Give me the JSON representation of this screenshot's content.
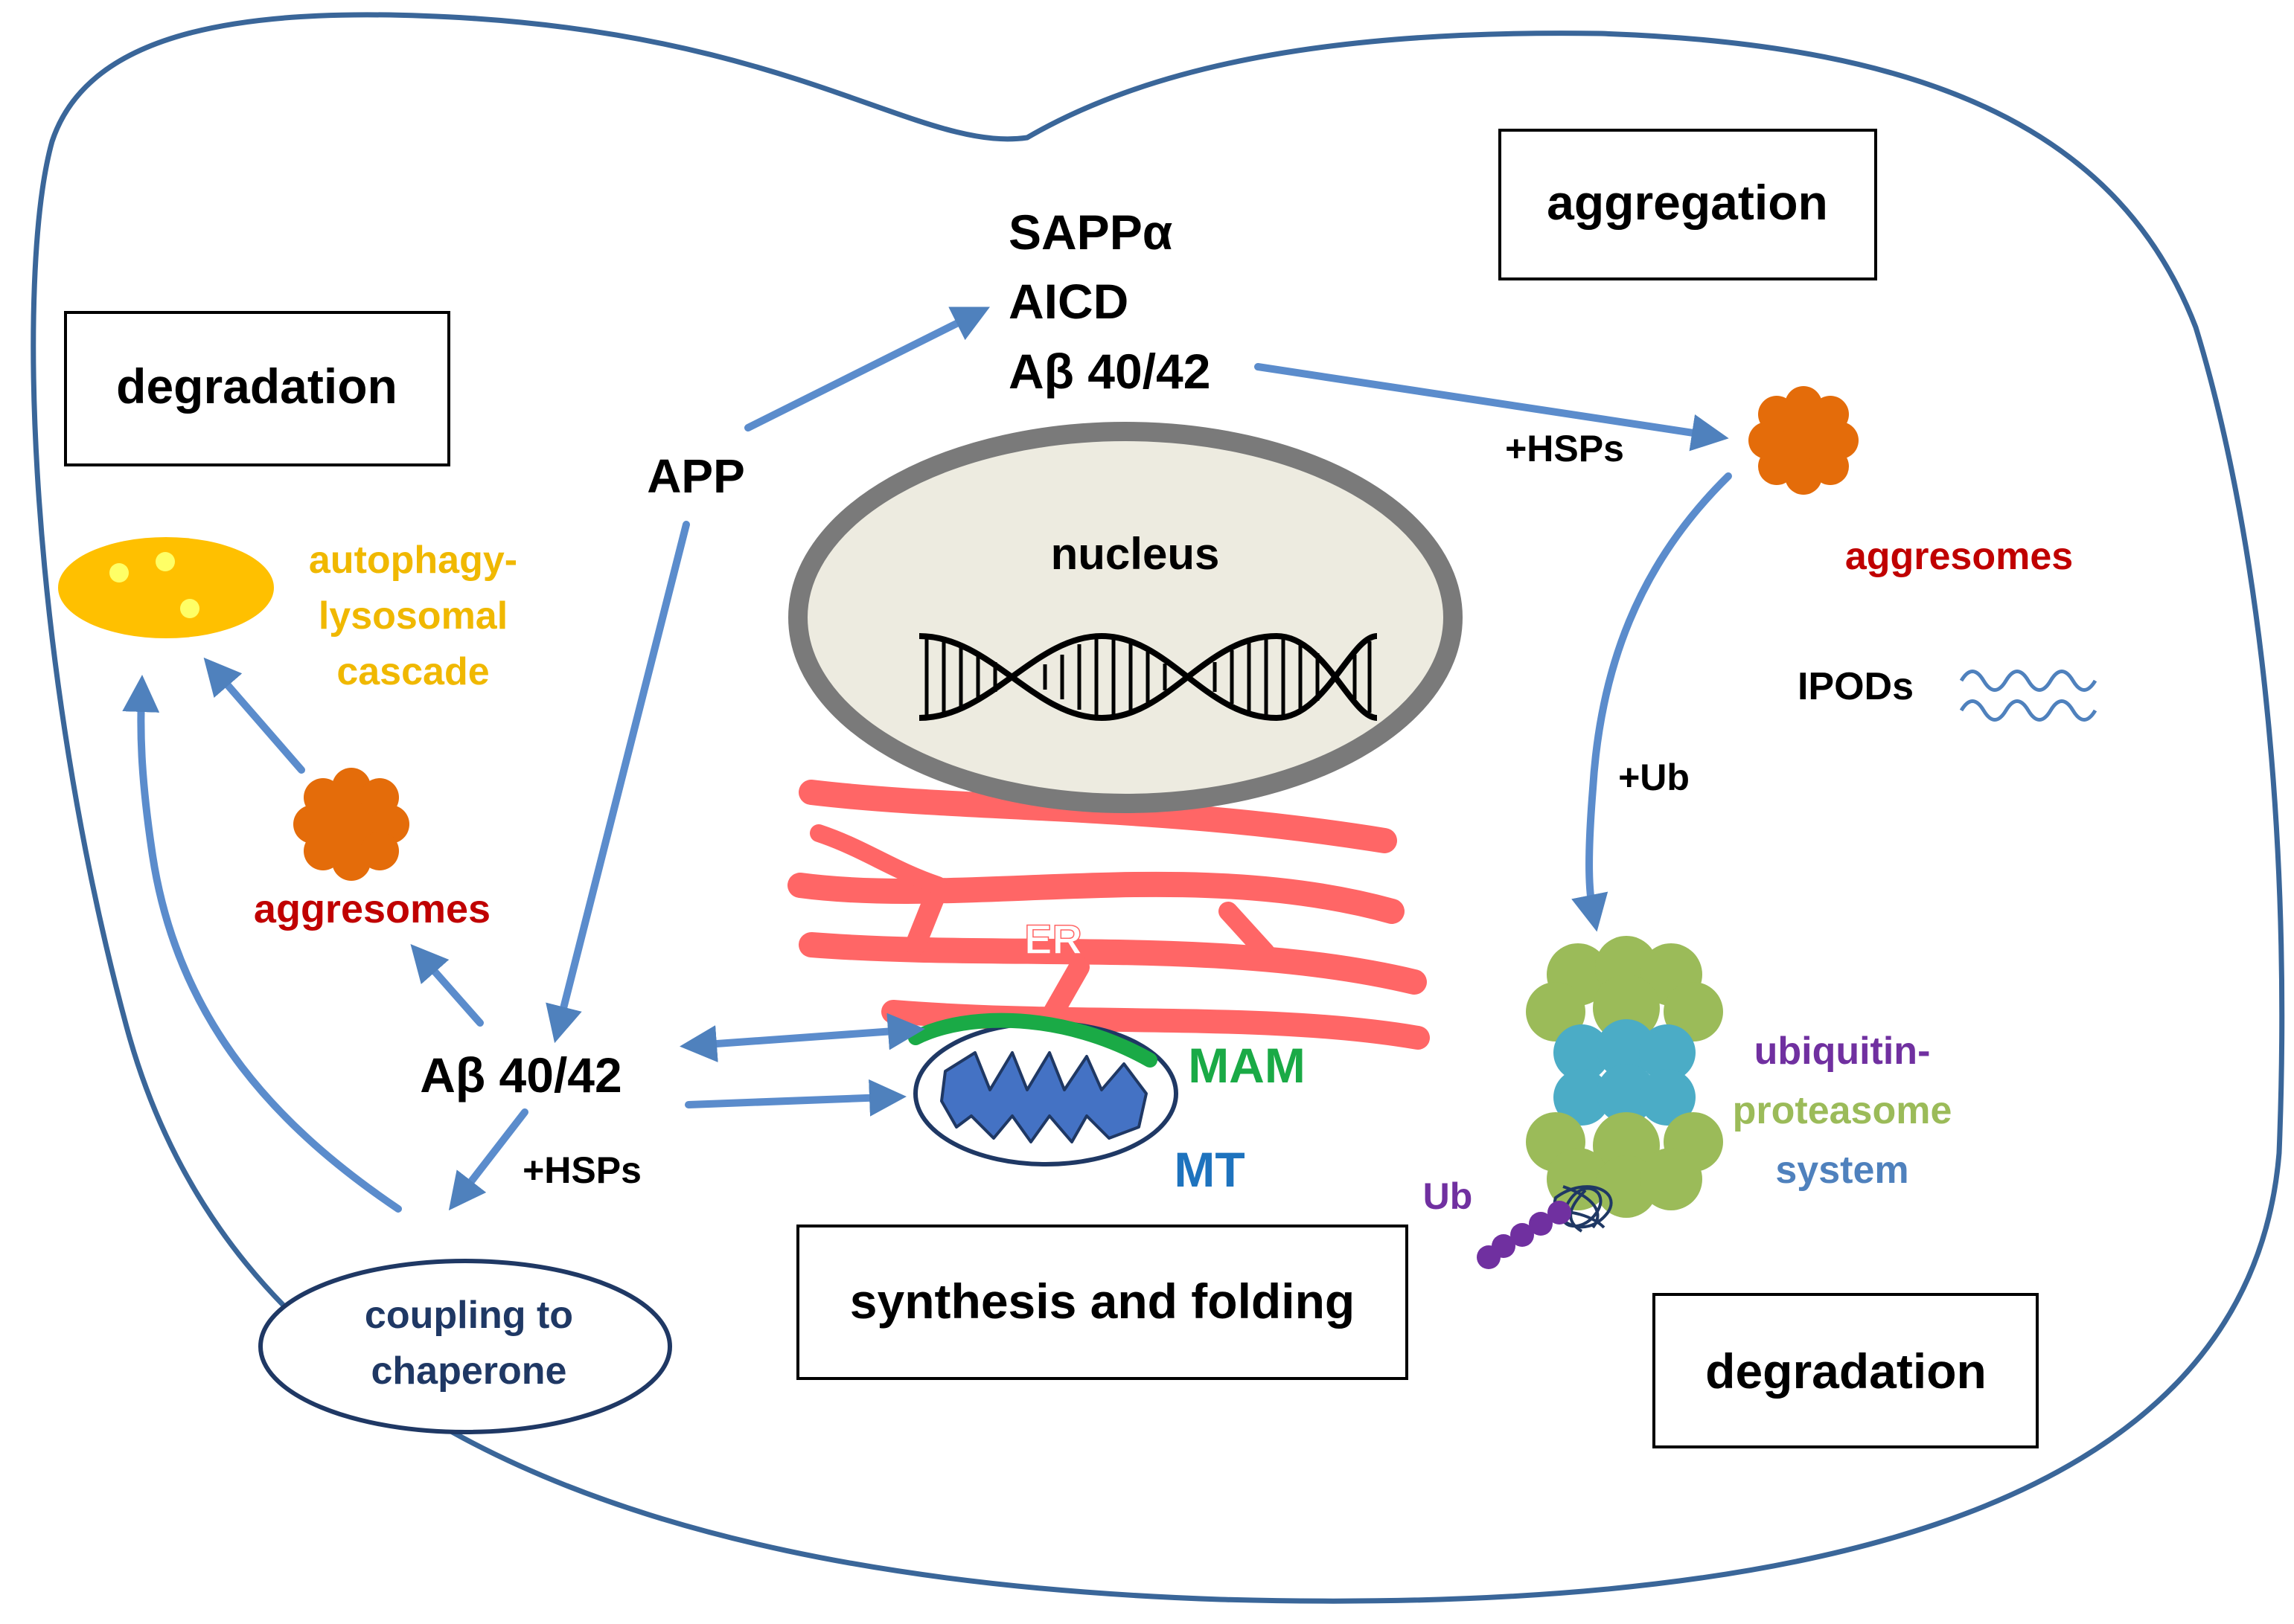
{
  "boxes": {
    "degradation_left": "degradation",
    "aggregation": "aggregation",
    "synthesis": "synthesis and folding",
    "degradation_right": "degradation"
  },
  "labels": {
    "sappa": "SAPPα",
    "aicd": "AICD",
    "abeta_top": "Aβ 40/42",
    "app": "APP",
    "hsps_top": "+HSPs",
    "nucleus": "nucleus",
    "autophagy_1": "autophagy-",
    "autophagy_2": "lysosomal",
    "autophagy_3": "cascade",
    "aggresomes_left": "aggresomes",
    "aggresomes_right": "aggresomes",
    "ipods": "IPODs",
    "ub_plus": "+Ub",
    "er": "ER",
    "mam": "MAM",
    "mt": "MT",
    "abeta_main": "Aβ 40/42",
    "hsps_bottom": "+HSPs",
    "chaperone_1": "coupling to",
    "chaperone_2": "chaperone",
    "ups_1": "ubiquitin-",
    "ups_2": "proteasome",
    "ups_3": "system",
    "ub": "Ub"
  },
  "colors": {
    "cell_border": "#3a6699",
    "arrow": "#5b8ccc",
    "aggresome": "#e46c0a",
    "aggresome_label": "#c00000",
    "lysosome": "#ffc000",
    "lysosome_dot": "#ffff66",
    "autophagy_label": "#f0b800",
    "nucleus_fill": "#edebe0",
    "nucleus_border": "#7a7a7a",
    "er": "#ff6666",
    "mam": "#1aaa46",
    "mt": "#4472c4",
    "mt_label": "#1e73be",
    "chaperone_border": "#1f3864",
    "proteasome_cap": "#9bbb59",
    "proteasome_core": "#4bacc6",
    "ub": "#7030a0",
    "ups_label_1": "#7030a0",
    "ups_label_2": "#9bbb59",
    "ups_label_3": "#4f81bd"
  },
  "icons": [
    "dna-icon",
    "mitochondrion-icon",
    "proteasome-icon",
    "ipod-fibril-icon",
    "aggresome-icon",
    "lysosome-icon"
  ]
}
